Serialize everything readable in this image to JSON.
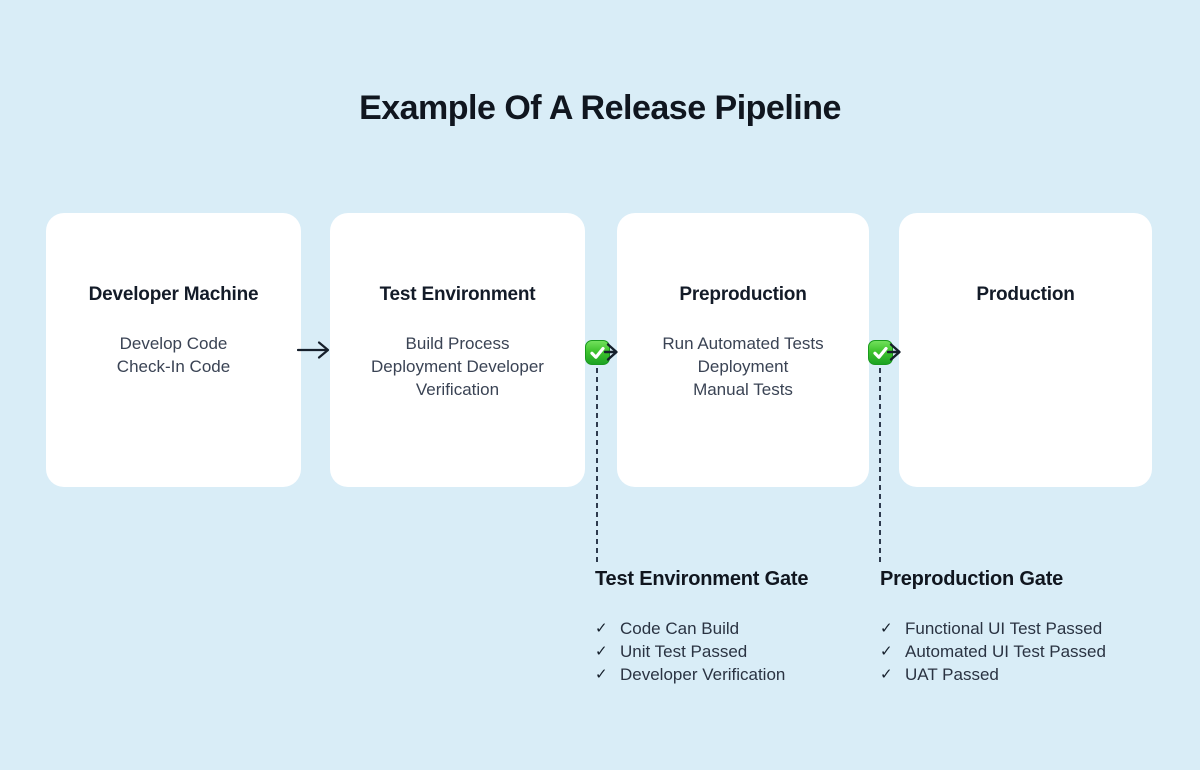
{
  "title": "Example Of A Release Pipeline",
  "colors": {
    "background": "#d9edf7",
    "card": "#ffffff",
    "text_primary": "#10161f",
    "text_secondary": "#3a4354",
    "gate_green": "#2fbc2a",
    "connector": "#16202c"
  },
  "stages": [
    {
      "title": "Developer Machine",
      "steps": [
        "Develop Code",
        "Check-In Code"
      ]
    },
    {
      "title": "Test Environment",
      "steps": [
        "Build Process",
        "Deployment Developer",
        "Verification"
      ]
    },
    {
      "title": "Preproduction",
      "steps": [
        "Run Automated Tests",
        "Deployment",
        "Manual Tests"
      ]
    },
    {
      "title": "Production",
      "steps": []
    }
  ],
  "connectors": [
    {
      "from": "Developer Machine",
      "to": "Test Environment",
      "type": "arrow"
    },
    {
      "from": "Test Environment",
      "to": "Preproduction",
      "type": "approval-gate",
      "icon": "green-check"
    },
    {
      "from": "Preproduction",
      "to": "Production",
      "type": "approval-gate",
      "icon": "green-check"
    }
  ],
  "gates": [
    {
      "title": "Test Environment Gate",
      "check_glyph": "✓",
      "checks": [
        "Code Can Build",
        "Unit Test Passed",
        "Developer Verification"
      ]
    },
    {
      "title": "Preproduction Gate",
      "check_glyph": "✓",
      "checks": [
        "Functional UI Test Passed",
        "Automated UI Test Passed",
        "UAT Passed"
      ]
    }
  ]
}
